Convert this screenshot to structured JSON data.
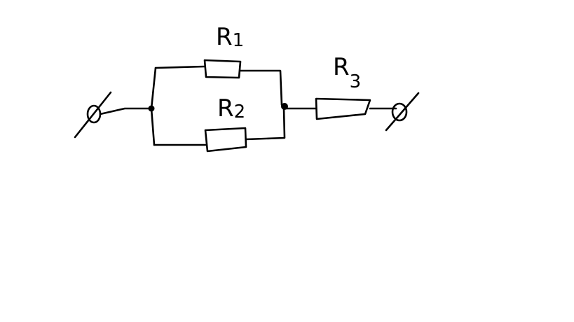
{
  "diagram": {
    "resistors": [
      {
        "id": "r1",
        "letter": "R",
        "index": "1"
      },
      {
        "id": "r2",
        "letter": "R",
        "index": "2"
      },
      {
        "id": "r3",
        "letter": "R",
        "index": "3"
      }
    ],
    "colors": {
      "ink": "#000000",
      "background": "#ffffff"
    }
  }
}
